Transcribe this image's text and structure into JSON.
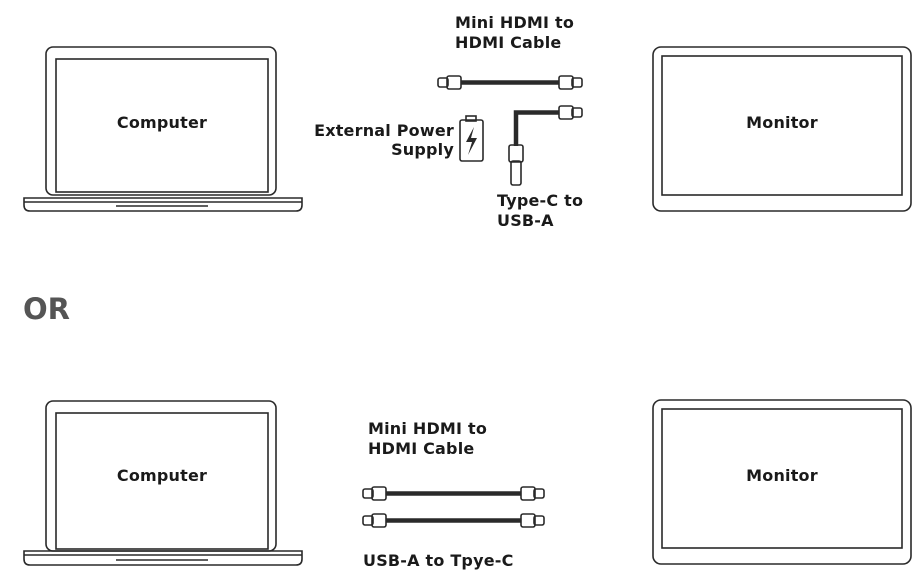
{
  "top": {
    "computer_label": "Computer",
    "monitor_label": "Monitor",
    "hdmi_cable_label_line1": "Mini HDMI to",
    "hdmi_cable_label_line2": "HDMI Cable",
    "power_label_line1": "External Power",
    "power_label_line2": "Supply",
    "usb_cable_label_line1": "Type-C to",
    "usb_cable_label_line2": "USB-A"
  },
  "separator": "OR",
  "bottom": {
    "computer_label": "Computer",
    "monitor_label": "Monitor",
    "hdmi_cable_label_line1": "Mini HDMI to",
    "hdmi_cable_label_line2": "HDMI Cable",
    "usb_cable_label": "USB-A to Tpye-C"
  },
  "colors": {
    "stroke": "#2a2a2a",
    "separator": "#555555"
  },
  "icons": [
    "laptop-icon",
    "monitor-icon",
    "hdmi-cable-icon",
    "usb-cable-icon",
    "battery-icon"
  ]
}
